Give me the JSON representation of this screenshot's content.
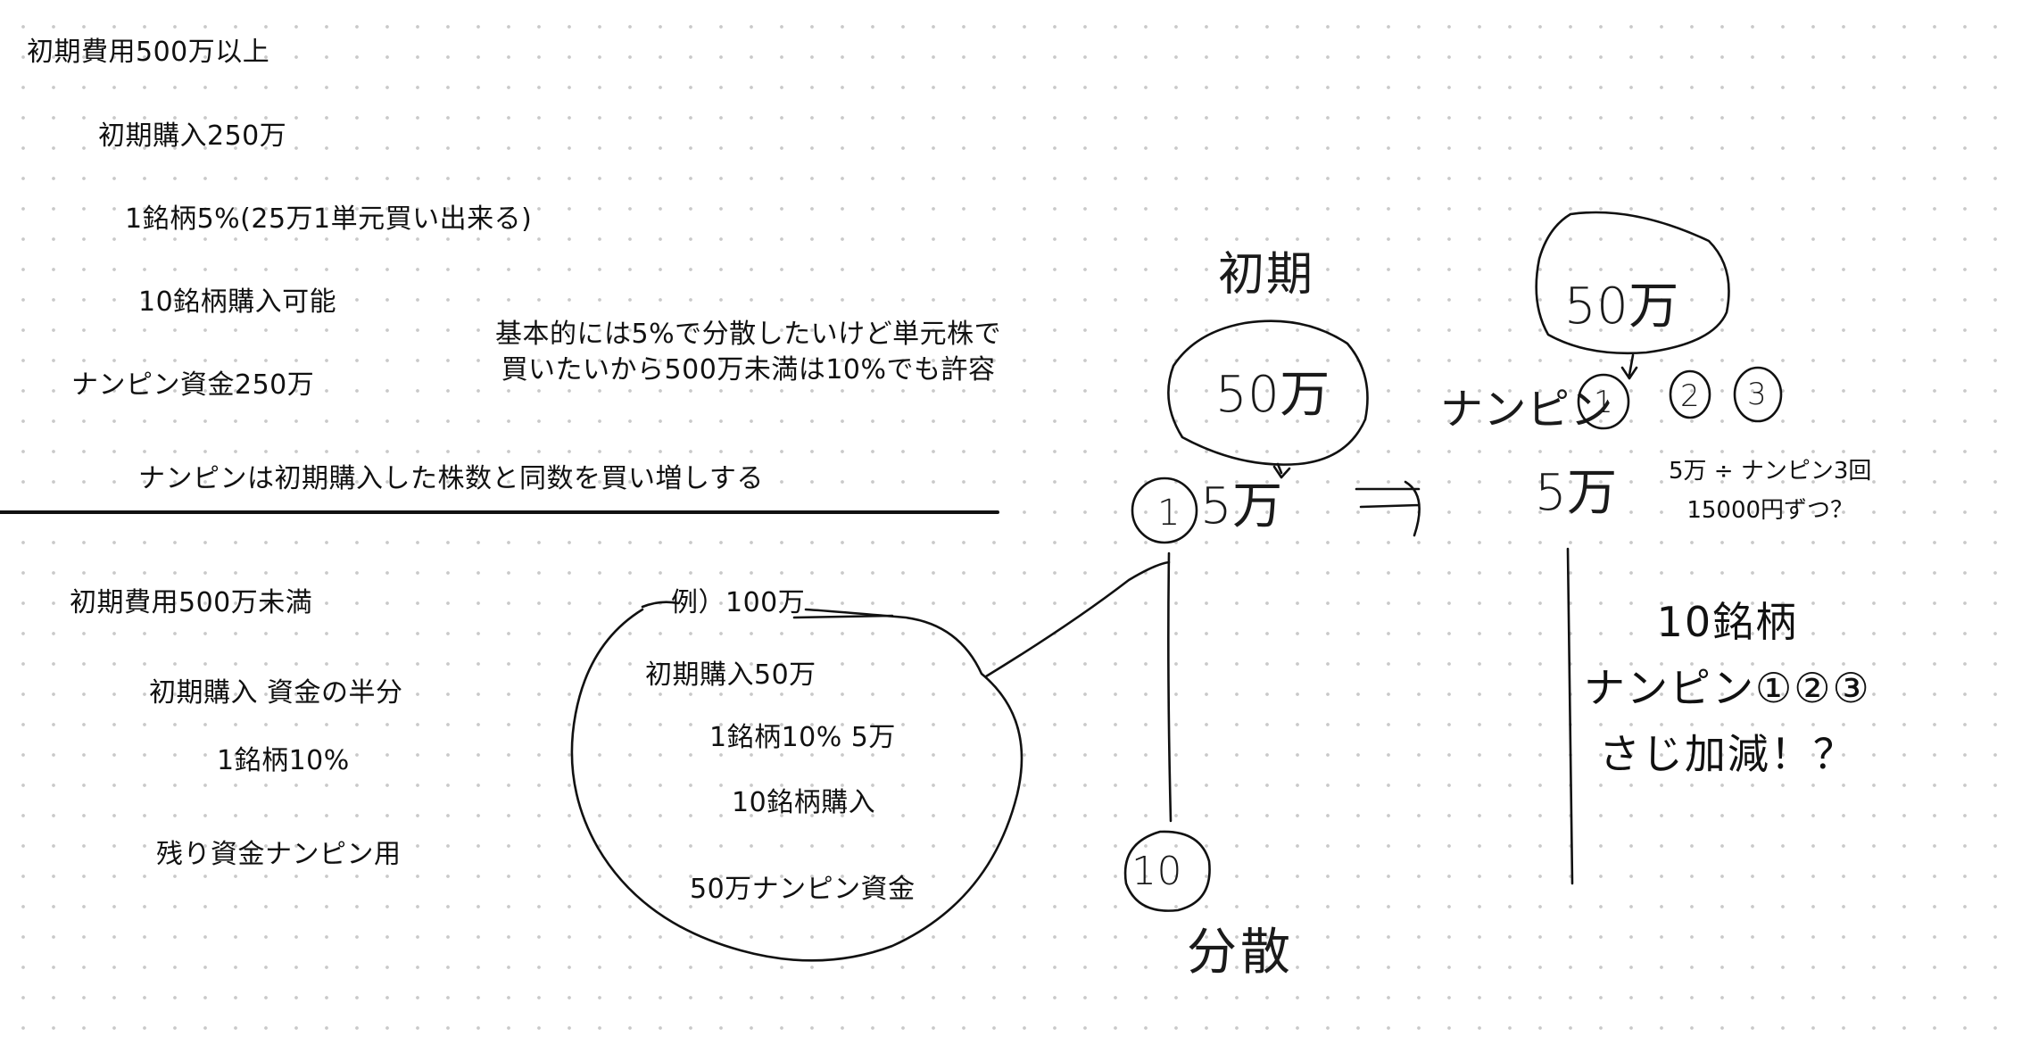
{
  "top_section": {
    "line1": "初期費用500万以上",
    "line2": "初期購入250万",
    "line3": "1銘柄5%(25万1単元買い出来る)",
    "line4": "10銘柄購入可能",
    "line5": "ナンピン資金250万",
    "line6": "ナンピンは初期購入した株数と同数を買い増しする",
    "note_line1": "基本的には5%で分散したいけど単元株で",
    "note_line2": "買いたいから500万未満は10%でも許容"
  },
  "bottom_section": {
    "line1": "初期費用500万未満",
    "line2": "初期購入  資金の半分",
    "line3": "1銘柄10%",
    "line4": "残り資金ナンピン用"
  },
  "example": {
    "title": "例）100万",
    "line1": "初期購入50万",
    "line2": "1銘柄10% 5万",
    "line3": "10銘柄購入",
    "line4": "50万ナンピン資金"
  },
  "diagram": {
    "shoki_label": "初期",
    "shoki_amount": "50万",
    "step_circle": "1",
    "step_amount": "5万",
    "ten_circle": "10",
    "bunsan_label": "分散",
    "nanpin_amount_circle": "50万",
    "nanpin_label": "ナンピン",
    "nanpin_steps": [
      "1",
      "2",
      "3"
    ],
    "nanpin_step_amount": "5万",
    "calc_line1": "5万 ÷ ナンピン3回",
    "calc_line2": "15000円ずつ？",
    "summary_line1": "10銘柄",
    "summary_line2": "ナンピン①②③",
    "summary_line3": "さじ加減！？"
  },
  "colors": {
    "ink": "#111111",
    "background": "#ffffff",
    "grid_dots": "#c9c9c9"
  }
}
